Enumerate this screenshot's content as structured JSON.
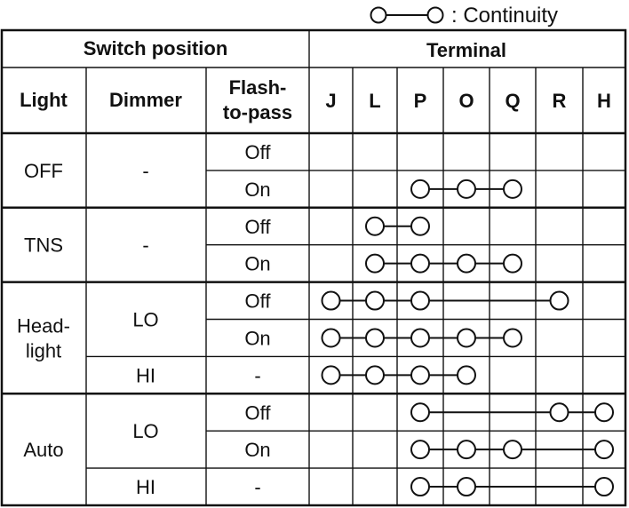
{
  "legend": {
    "label": ": Continuity"
  },
  "header": {
    "switch_position": "Switch position",
    "terminal": "Terminal",
    "col_light": "Light",
    "col_dimmer": "Dimmer",
    "col_flash_line1": "Flash-",
    "col_flash_line2": "to-pass"
  },
  "terminals": [
    "J",
    "L",
    "P",
    "O",
    "Q",
    "R",
    "H"
  ],
  "groups": [
    {
      "light_lines": [
        "OFF"
      ],
      "dimmers": [
        {
          "label": "-",
          "flash": [
            "Off",
            "On"
          ]
        }
      ]
    },
    {
      "light_lines": [
        "TNS"
      ],
      "dimmers": [
        {
          "label": "-",
          "flash": [
            "Off",
            "On"
          ]
        }
      ]
    },
    {
      "light_lines": [
        "Head-",
        "light"
      ],
      "dimmers": [
        {
          "label": "LO",
          "flash": [
            "Off",
            "On"
          ]
        },
        {
          "label": "HI",
          "flash": [
            "-"
          ]
        }
      ]
    },
    {
      "light_lines": [
        "Auto"
      ],
      "dimmers": [
        {
          "label": "LO",
          "flash": [
            "Off",
            "On"
          ]
        },
        {
          "label": "HI",
          "flash": [
            "-"
          ]
        }
      ]
    }
  ],
  "continuity": [
    [],
    [
      "P",
      "O",
      "Q"
    ],
    [
      "L",
      "P"
    ],
    [
      "L",
      "P",
      "O",
      "Q"
    ],
    [
      "J",
      "L",
      "P",
      "R"
    ],
    [
      "J",
      "L",
      "P",
      "O",
      "Q"
    ],
    [
      "J",
      "L",
      "P",
      "O"
    ],
    [
      "P",
      "R",
      "H"
    ],
    [
      "P",
      "O",
      "Q",
      "H"
    ],
    [
      "P",
      "O",
      "H"
    ]
  ]
}
